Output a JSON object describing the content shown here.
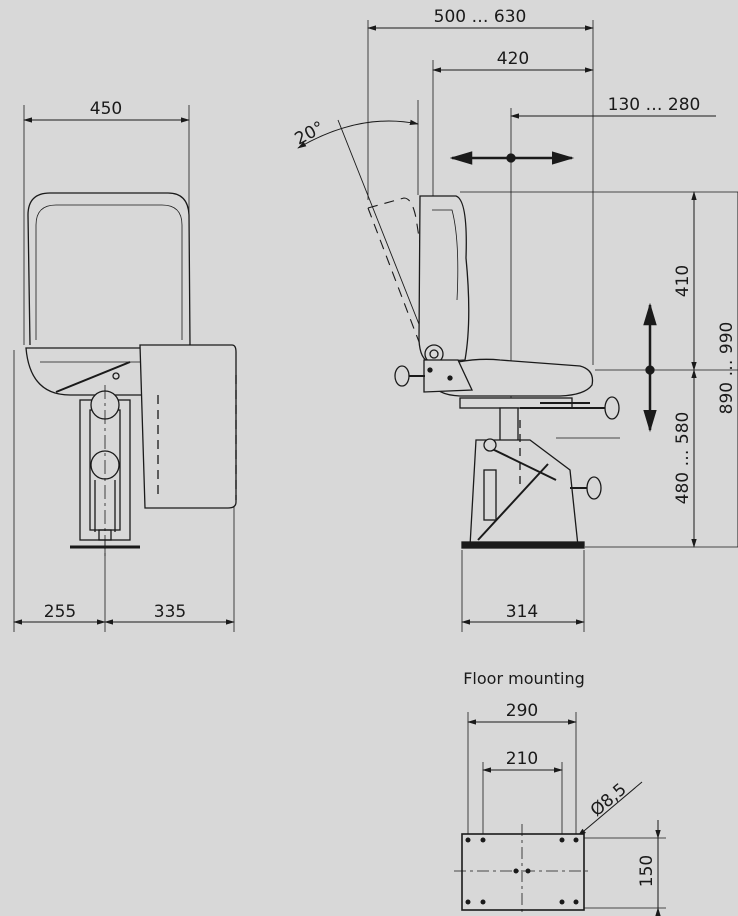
{
  "front_view": {
    "width_label": "450",
    "left_offset_label": "255",
    "right_offset_label": "335"
  },
  "side_view": {
    "slide_range_label": "500 … 630",
    "depth_label": "420",
    "fore_aft_label": "130 … 280",
    "recline_angle_label": "20°",
    "backrest_height_label": "410",
    "seat_height_label": "480 … 580",
    "overall_height_label": "890 … 990",
    "base_width_label": "314"
  },
  "floor_mounting": {
    "title": "Floor mounting",
    "outer_hole_spacing_label": "290",
    "inner_hole_spacing_label": "210",
    "hole_diameter_label": "Ø8,5",
    "depth_label": "150"
  },
  "colors": {
    "background": "#d8d8d8",
    "line": "#1a1a1a",
    "seat_fill": "#d8d8d8"
  }
}
